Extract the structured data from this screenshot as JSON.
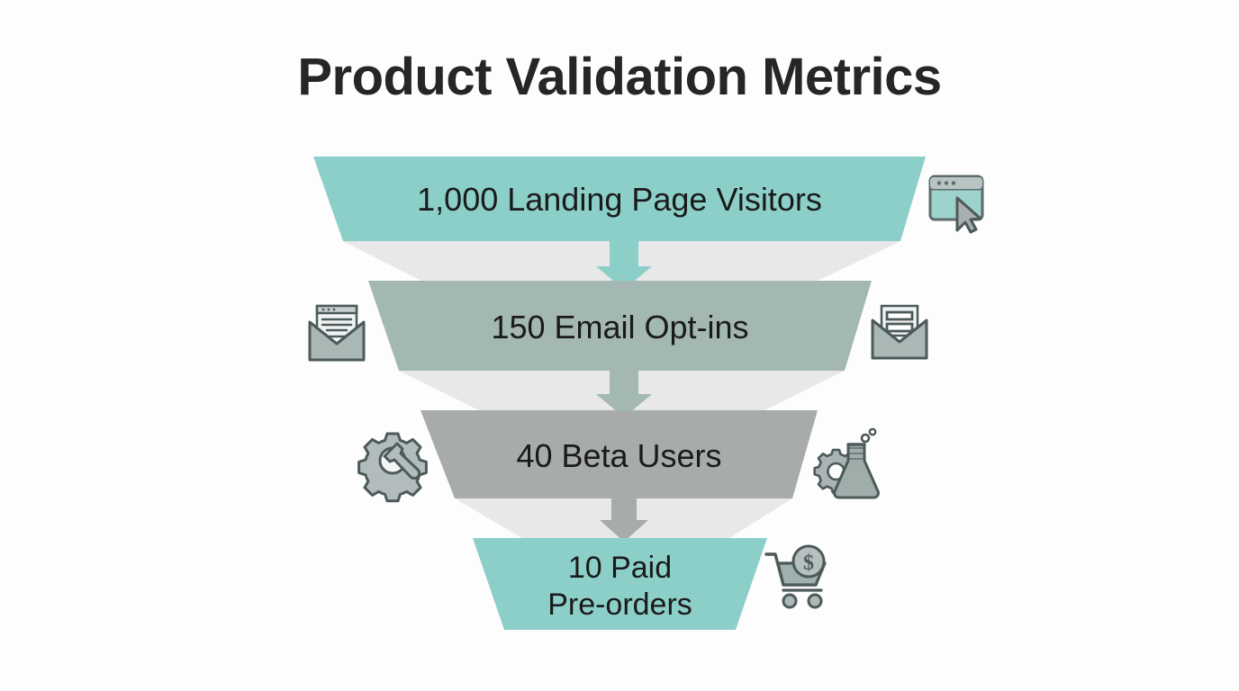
{
  "title": "Product Validation Metrics",
  "background_color": "#fdfdfd",
  "title_color": "#262626",
  "connector_color": "#e8e8e8",
  "chart_data": {
    "type": "funnel",
    "title": "Product Validation Metrics",
    "xlabel": "",
    "ylabel": "",
    "categories": [
      "Landing Page Visitors",
      "Email Opt-ins",
      "Beta Users",
      "Paid Pre-orders"
    ],
    "values": [
      1000,
      150,
      40,
      10
    ],
    "value_labels": [
      "1,000",
      "150",
      "40",
      "10"
    ],
    "stage_labels": [
      "1,000 Landing Page Visitors",
      "150 Email Opt-ins",
      "40 Beta Users",
      "10 Paid\nPre-orders"
    ],
    "colors": [
      "#8ccfc9",
      "#a3b8b3",
      "#a8abac",
      "#8ccfc9"
    ],
    "legend": [],
    "grid": false
  },
  "stages": [
    {
      "id": "landing-page-visitors",
      "label": "1,000 Landing Page Visitors",
      "value": 1000,
      "value_text": "1,000",
      "name": "Landing Page Visitors",
      "color": "#8ccfc9",
      "arrow_color": "#8ccfc9"
    },
    {
      "id": "email-opt-ins",
      "label": "150 Email Opt-ins",
      "value": 150,
      "value_text": "150",
      "name": "Email Opt-ins",
      "color": "#a3b8b3",
      "arrow_color": "#a3b8b3"
    },
    {
      "id": "beta-users",
      "label": "40 Beta Users",
      "value": 40,
      "value_text": "40",
      "name": "Beta Users",
      "color": "#a8abac",
      "arrow_color": "#a8abac"
    },
    {
      "id": "paid-pre-orders",
      "label": "10 Paid\nPre-orders",
      "value": 10,
      "value_text": "10",
      "name": "Paid Pre-orders",
      "color": "#8ccfc9",
      "arrow_color": "#8ccfc9"
    }
  ],
  "icons": [
    {
      "id": "browser-window-cursor-icon",
      "name": "browser-window-cursor-icon",
      "stage": "landing-page-visitors",
      "side": "right"
    },
    {
      "id": "envelope-letter-icon-left",
      "name": "envelope-letter-icon",
      "stage": "email-opt-ins",
      "side": "left"
    },
    {
      "id": "envelope-letter-icon-right",
      "name": "envelope-letter-icon",
      "stage": "email-opt-ins",
      "side": "right"
    },
    {
      "id": "gear-wrench-icon",
      "name": "gear-wrench-icon",
      "stage": "beta-users",
      "side": "left"
    },
    {
      "id": "gear-flask-icon",
      "name": "gear-flask-icon",
      "stage": "beta-users",
      "side": "right"
    },
    {
      "id": "shopping-cart-dollar-icon",
      "name": "shopping-cart-dollar-icon",
      "stage": "paid-pre-orders",
      "side": "right"
    }
  ]
}
